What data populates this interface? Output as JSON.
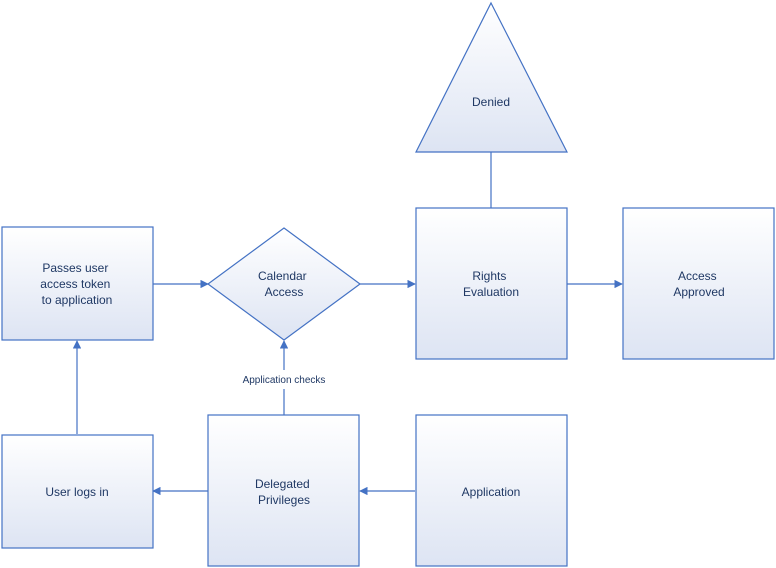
{
  "nodes": {
    "denied": {
      "lines": [
        "Denied"
      ]
    },
    "passes_token": {
      "lines": [
        "Passes user",
        "access token",
        "to application"
      ]
    },
    "calendar_access": {
      "lines": [
        "Calendar",
        "Access"
      ]
    },
    "rights_evaluation": {
      "lines": [
        "Rights",
        "Evaluation"
      ]
    },
    "access_approved": {
      "lines": [
        "Access",
        "Approved"
      ]
    },
    "user_logs_in": {
      "lines": [
        "User logs in"
      ]
    },
    "delegated_privileges": {
      "lines": [
        "Delegated",
        "Privileges"
      ]
    },
    "application": {
      "lines": [
        "Application"
      ]
    }
  },
  "edges": {
    "application_checks": {
      "label": "Application checks"
    }
  },
  "colors": {
    "stroke": "#4472c4",
    "text": "#1f3864",
    "fill_top": "#ffffff",
    "fill_bottom": "#dde4f3"
  }
}
